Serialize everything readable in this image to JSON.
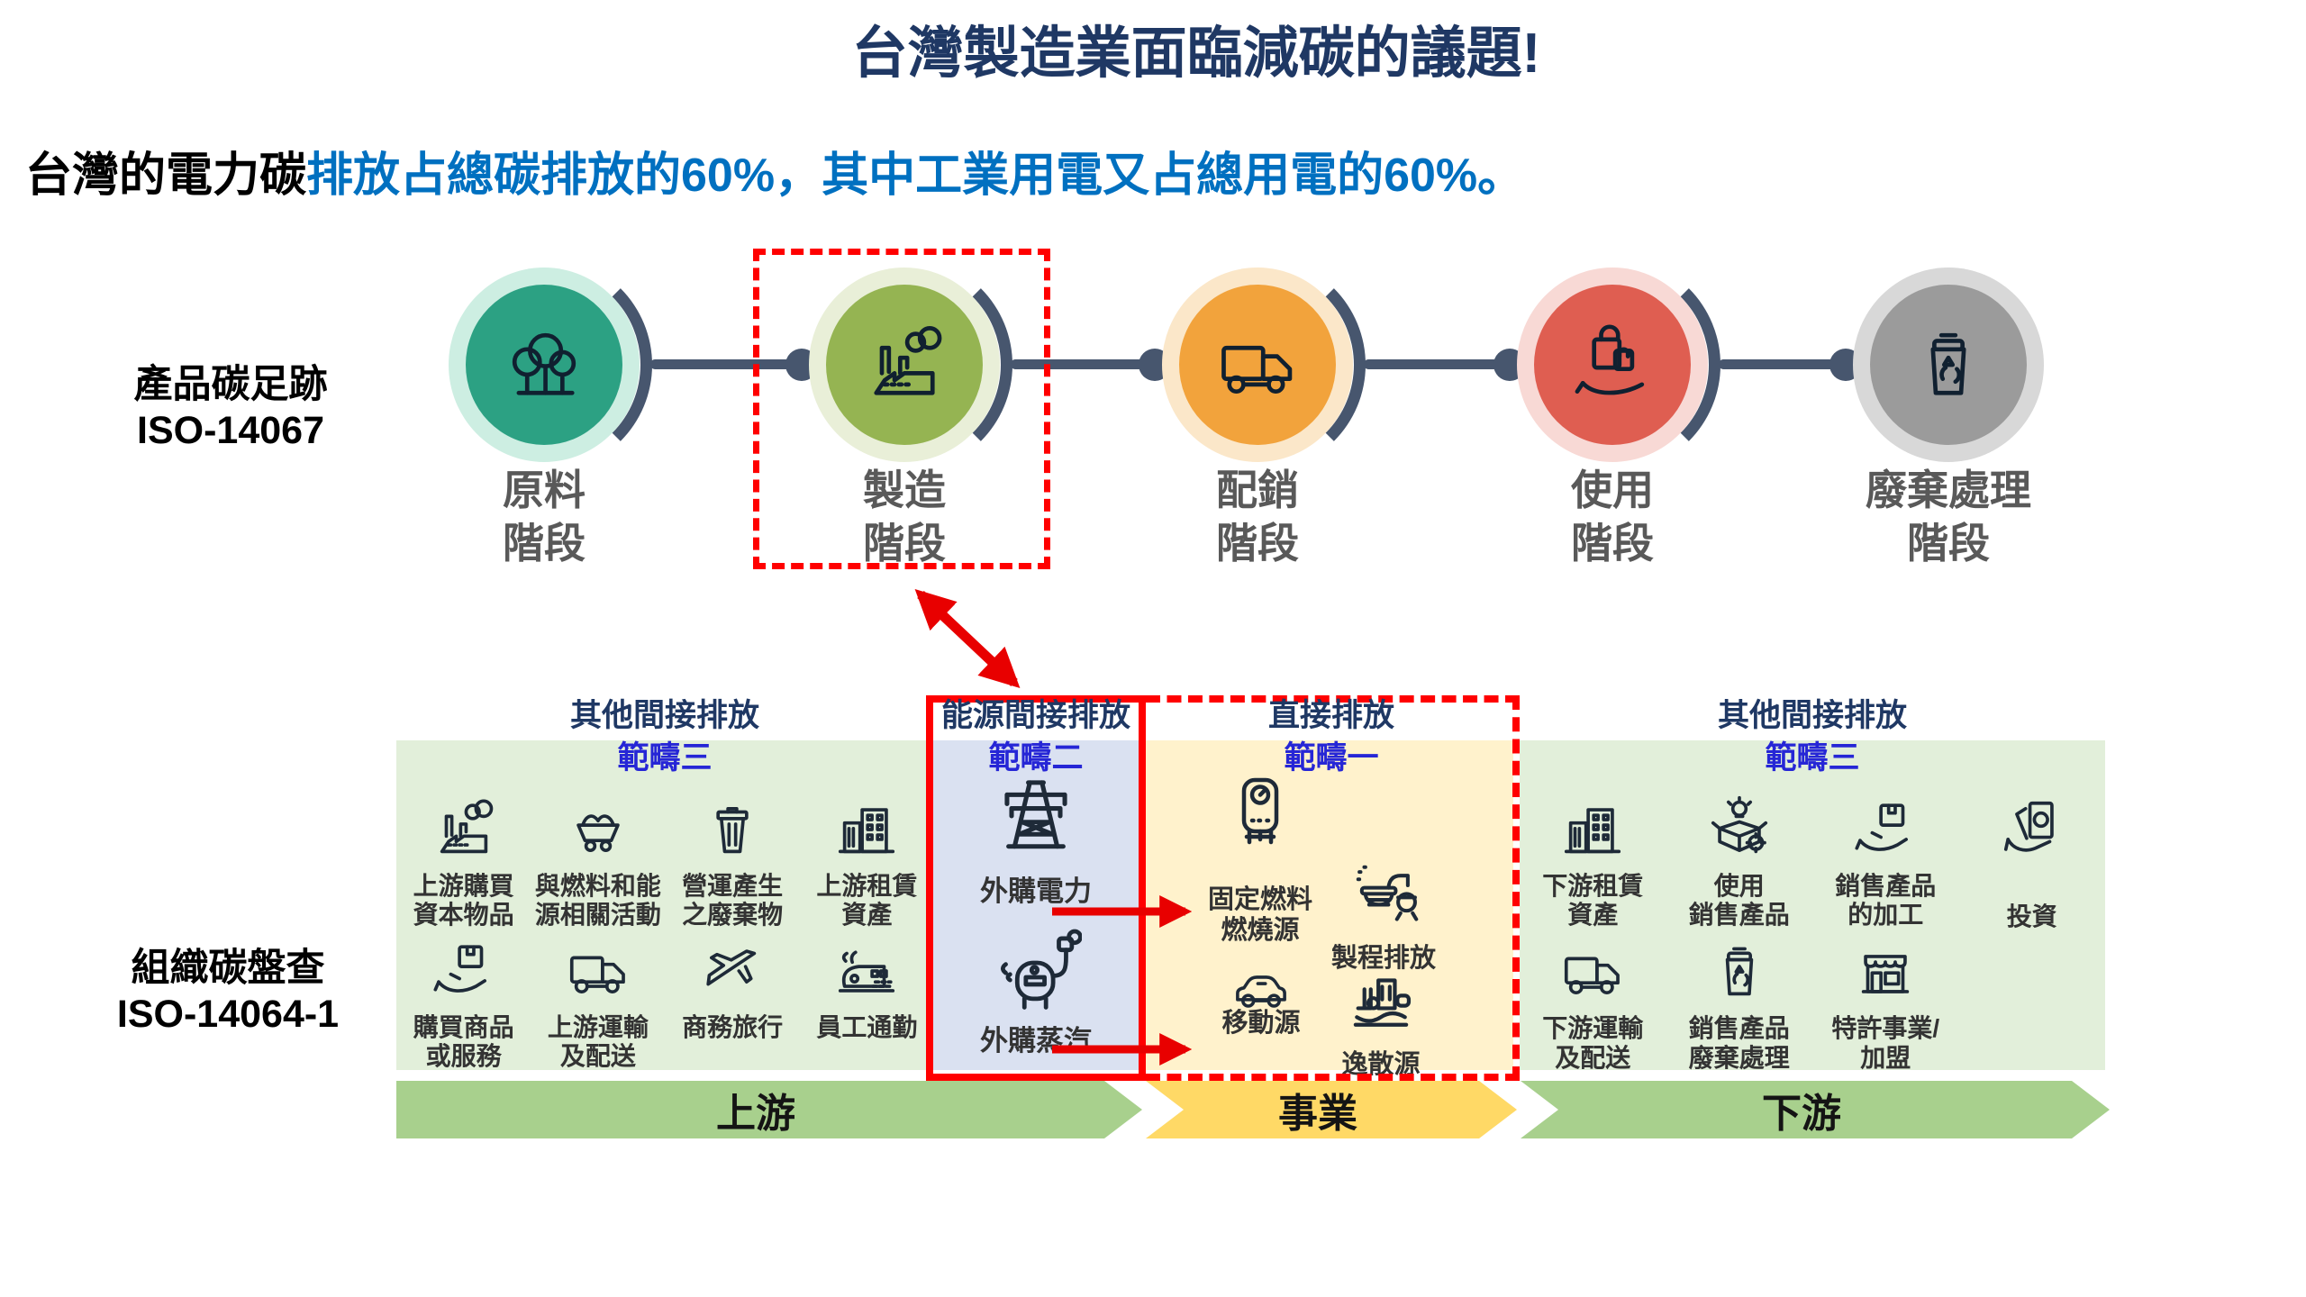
{
  "title": "台灣製造業面臨減碳的議題!",
  "subtitle": {
    "prefix_black": "台灣的電力碳",
    "rest_blue": "排放占總碳排放的60%，其中工業用電又占總用電的60%。"
  },
  "colors": {
    "title_navy": "#1F3864",
    "subtitle_blue": "#0070C0",
    "scope_label_blue": "#2626D6",
    "header_navy": "#1F3864",
    "accent_red": "#FF0000",
    "connector_slate": "#47566E",
    "stage_label_gray": "#595959",
    "green_section_bg": "#E2EFDA",
    "blue_section_bg": "#DAE1F1",
    "yellow_section_bg": "#FFF2CC",
    "band_green": "#A8D08D",
    "band_yellow": "#FFD966"
  },
  "product_footprint": {
    "label": "產品碳足跡\nISO-14067",
    "stages": [
      {
        "label": "原料\n階段",
        "icon": "trees-icon",
        "fill": "#2CA183",
        "halo": "#CDEEE2",
        "highlighted": false
      },
      {
        "label": "製造\n階段",
        "icon": "factory-icon",
        "fill": "#95B452",
        "halo": "#E9EFD8",
        "highlighted": true
      },
      {
        "label": "配銷\n階段",
        "icon": "truck-icon",
        "fill": "#F2A33C",
        "halo": "#FBE7C9",
        "highlighted": false
      },
      {
        "label": "使用\n階段",
        "icon": "shopping-hand-icon",
        "fill": "#DF5E51",
        "halo": "#F8D9D5",
        "highlighted": false
      },
      {
        "label": "廢棄處理\n階段",
        "icon": "recycle-bin-icon",
        "fill": "#9B9B9B",
        "halo": "#D8D8D8",
        "highlighted": false
      }
    ]
  },
  "organization_inventory": {
    "label": "組織碳盤查\nISO-14064-1",
    "sections": [
      {
        "id": "scope3-upstream",
        "header": "其他間接排放",
        "scope": "範疇三",
        "rows": [
          [
            {
              "icon": "factory-icon",
              "label": "上游購買\n資本物品"
            },
            {
              "icon": "minecart-icon",
              "label": "與燃料和能\n源相關活動"
            },
            {
              "icon": "trash-icon",
              "label": "營運產生\n之廢棄物"
            },
            {
              "icon": "buildings-icon",
              "label": "上游租賃\n資產"
            }
          ],
          [
            {
              "icon": "hand-box-icon",
              "label": "購買商品\n或服務"
            },
            {
              "icon": "truck-icon",
              "label": "上游運輸\n及配送"
            },
            {
              "icon": "airplane-icon",
              "label": "商務旅行"
            },
            {
              "icon": "train-icon",
              "label": "員工通勤"
            }
          ]
        ]
      },
      {
        "id": "scope2",
        "header": "能源間接排放",
        "scope": "範疇二",
        "items": [
          {
            "icon": "power-tower-icon",
            "label": "外購電力"
          },
          {
            "icon": "boiler-icon",
            "label": "外購蒸汽"
          }
        ]
      },
      {
        "id": "scope1",
        "header": "直接排放",
        "scope": "範疇一",
        "items": [
          {
            "icon": "water-heater-icon",
            "label": "固定燃料\n燃燒源"
          },
          {
            "icon": "process-pot-icon",
            "label": "製程排放"
          },
          {
            "icon": "car-icon",
            "label": "移動源"
          },
          {
            "icon": "fugitive-plant-icon",
            "label": "逸散源"
          }
        ]
      },
      {
        "id": "scope3-downstream",
        "header": "其他間接排放",
        "scope": "範疇三",
        "rows": [
          [
            {
              "icon": "buildings-icon",
              "label": "下游租賃\n資產"
            },
            {
              "icon": "box-bulb-icon",
              "label": "使用\n銷售產品"
            },
            {
              "icon": "hand-box-icon",
              "label": "銷售產品\n的加工"
            },
            {
              "icon": "money-hand-icon",
              "label": "投資"
            }
          ],
          [
            {
              "icon": "truck-icon",
              "label": "下游運輸\n及配送"
            },
            {
              "icon": "recycle-bin-icon",
              "label": "銷售產品\n廢棄處理"
            },
            {
              "icon": "store-icon",
              "label": "特許事業/\n加盟"
            }
          ]
        ]
      }
    ],
    "bands": [
      {
        "label": "上游",
        "color": "#A8D08D"
      },
      {
        "label": "事業",
        "color": "#FFD966"
      },
      {
        "label": "下游",
        "color": "#A8D08D"
      }
    ]
  }
}
